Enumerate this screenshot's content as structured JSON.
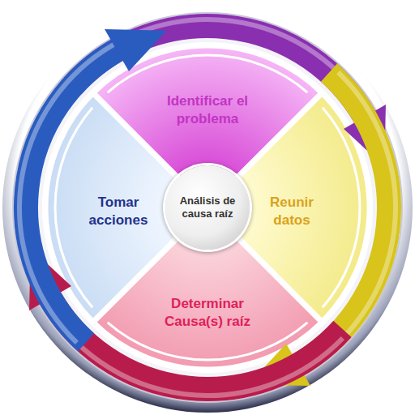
{
  "diagram": {
    "nodes": [
      {
        "text": [
          "Identificar el problema"
        ]
      },
      {
        "text": [
          "Reunir datos"
        ]
      },
      {
        "text": [
          "Determinar Causa(s) raíz"
        ]
      },
      {
        "text": [
          "Tomar acciones"
        ]
      },
      {
        "text": [
          "Análisis de causa raíz"
        ]
      }
    ],
    "edges": [
      {
        "from": 0,
        "to": 1,
        "arrow": "to"
      },
      {
        "from": 1,
        "to": 2,
        "arrow": "to"
      },
      {
        "from": 2,
        "to": 3,
        "arrow": "to"
      },
      {
        "from": 3,
        "to": 0,
        "arrow": "to"
      }
    ]
  }
}
